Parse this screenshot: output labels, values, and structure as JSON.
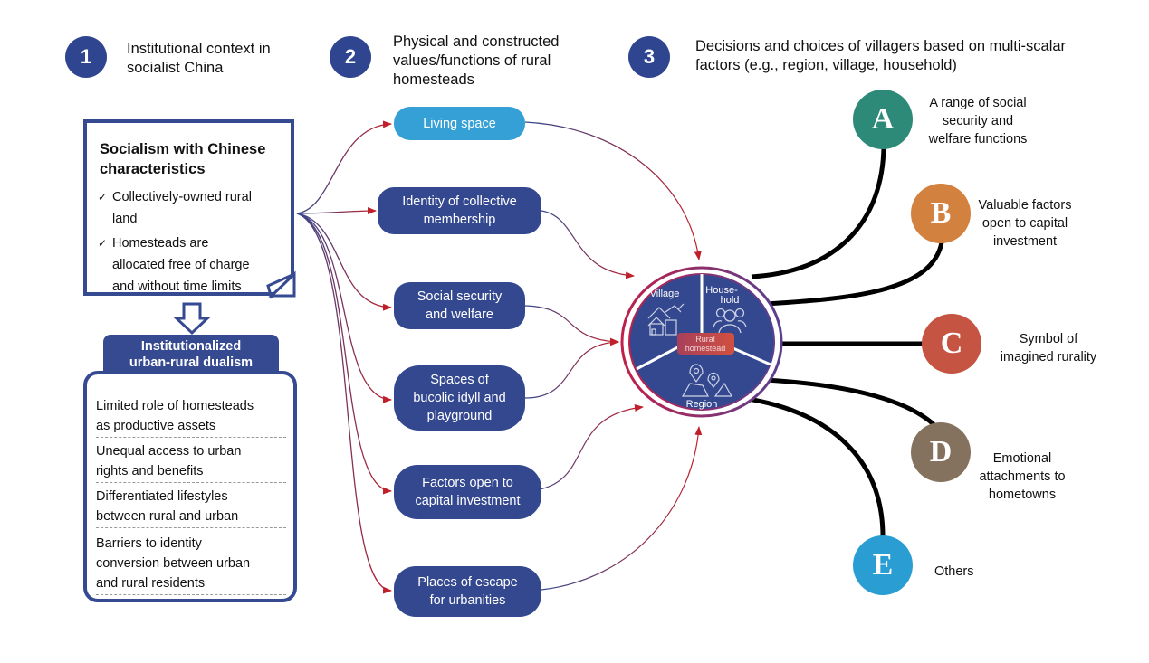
{
  "steps": [
    {
      "number": "1",
      "lines": [
        "Institutional context in",
        "socialist China"
      ]
    },
    {
      "number": "2",
      "lines": [
        "Physical and constructed",
        "values/functions of rural",
        "homesteads"
      ]
    },
    {
      "number": "3",
      "lines": [
        "Decisions and choices of villagers based on multi-scalar",
        "factors (e.g., region, village, household)"
      ]
    }
  ],
  "institution_box": {
    "title_lines": [
      "Socialism with Chinese",
      "characteristics"
    ],
    "check_icon": "checkmark-icon",
    "items": [
      {
        "lines": [
          "Collectively-owned rural",
          "land"
        ]
      },
      {
        "lines": [
          "Homesteads are",
          "allocated free of charge",
          "and without time limits"
        ]
      }
    ]
  },
  "dualism_box": {
    "title_lines": [
      "Institutionalized",
      "urban-rural dualism"
    ],
    "items": [
      {
        "lines": [
          "Limited role of homesteads",
          "as productive assets"
        ]
      },
      {
        "lines": [
          "Unequal access to urban",
          "rights and benefits"
        ]
      },
      {
        "lines": [
          "Differentiated lifestyles",
          "between rural and urban"
        ]
      },
      {
        "lines": [
          "Barriers to identity",
          "conversion between urban",
          "and rural residents"
        ]
      }
    ]
  },
  "functions": [
    {
      "lines": [
        "Living space"
      ],
      "highlight": true
    },
    {
      "lines": [
        "Identity of collective",
        "membership"
      ]
    },
    {
      "lines": [
        "Social security",
        "and welfare"
      ]
    },
    {
      "lines": [
        "Spaces of",
        "bucolic idyll and",
        "playground"
      ]
    },
    {
      "lines": [
        "Factors open to",
        "capital investment"
      ]
    },
    {
      "lines": [
        "Places of escape",
        "for urbanities"
      ]
    }
  ],
  "center": {
    "segments": [
      "Village",
      "House-\nhold",
      "Region"
    ],
    "segment_icons": [
      "village-houses-icon",
      "household-people-icon",
      "region-map-pins-icon"
    ],
    "core_lines": [
      "Rural",
      "homestead"
    ]
  },
  "outcomes": [
    {
      "letter": "A",
      "color": "#2e8a78",
      "lines": [
        "A range of social",
        "security and",
        "welfare functions"
      ]
    },
    {
      "letter": "B",
      "color": "#d3813f",
      "lines": [
        "Valuable factors",
        "open to capital",
        "investment"
      ]
    },
    {
      "letter": "C",
      "color": "#c65443",
      "lines": [
        "Symbol of",
        "imagined rurality"
      ]
    },
    {
      "letter": "D",
      "color": "#84725f",
      "lines": [
        "Emotional",
        "attachments to",
        "hometowns"
      ]
    },
    {
      "letter": "E",
      "color": "#2a9ed3",
      "lines": [
        "Others"
      ]
    }
  ],
  "colors": {
    "navy": "#34488f",
    "light_blue": "#35a0d6",
    "arrow_red": "#c0202a",
    "core_red": "#c0504d"
  }
}
